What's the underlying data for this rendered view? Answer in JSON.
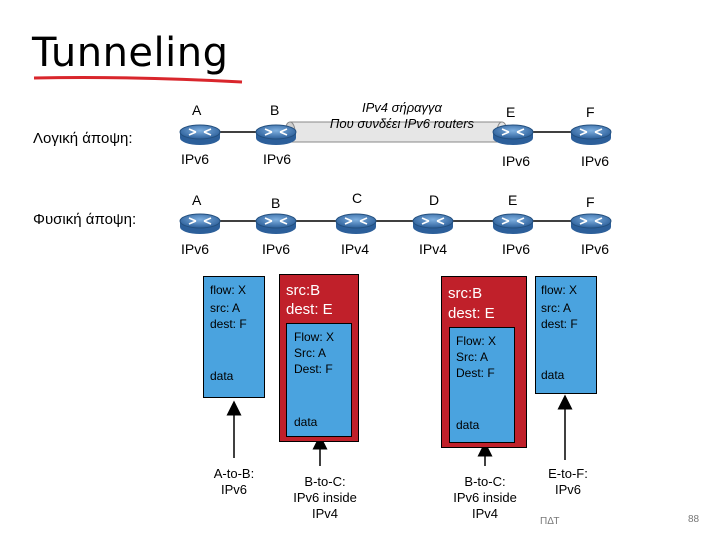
{
  "title": "Tunneling",
  "logical_view_label": "Λογική άποψη:",
  "physical_view_label": "Φυσική άποψη:",
  "tunnel_caption_line1": "IPv4 σήραγγα",
  "tunnel_caption_line2": "Που συνδέει IPv6 routers",
  "logical_nodes": [
    {
      "name": "A",
      "proto": "IPv6"
    },
    {
      "name": "B",
      "proto": "IPv6"
    },
    {
      "name": "E",
      "proto": "IPv6"
    },
    {
      "name": "F",
      "proto": "IPv6"
    }
  ],
  "physical_nodes": [
    {
      "name": "A",
      "proto": "IPv6"
    },
    {
      "name": "B",
      "proto": "IPv6"
    },
    {
      "name": "C",
      "proto": "IPv4"
    },
    {
      "name": "D",
      "proto": "IPv4"
    },
    {
      "name": "E",
      "proto": "IPv6"
    },
    {
      "name": "F",
      "proto": "IPv6"
    }
  ],
  "packets": {
    "a_to_b": {
      "flow": "flow: X",
      "src": "src: A",
      "dest": "dest: F",
      "data": "data",
      "caption_line1": "A-to-B:",
      "caption_line2": "IPv6"
    },
    "b_to_c": {
      "outer_src": "src:B",
      "outer_dest": "dest: E",
      "flow": "Flow: X",
      "src": "Src: A",
      "dest": "Dest: F",
      "data": "data",
      "caption_line1": "B-to-C:",
      "caption_line2": "IPv6 inside",
      "caption_line3": "IPv4"
    },
    "d_to_e": {
      "outer_src": "src:B",
      "outer_dest": "dest: E",
      "flow": "Flow: X",
      "src": "Src: A",
      "dest": "Dest: F",
      "data": "data",
      "caption_line1": "B-to-C:",
      "caption_line2": "IPv6 inside",
      "caption_line3": "IPv4"
    },
    "e_to_f": {
      "flow": "flow: X",
      "src": "src: A",
      "dest": "dest: F",
      "data": "data",
      "caption_line1": "E-to-F:",
      "caption_line2": "IPv6"
    }
  },
  "footer_label": "ΠΔΤ",
  "page_number": "88",
  "colors": {
    "ipv6_packet": "#4aa3df",
    "ipv4_packet": "#c0202a",
    "router": "#3b6fa8",
    "underline": "#d9262c"
  }
}
